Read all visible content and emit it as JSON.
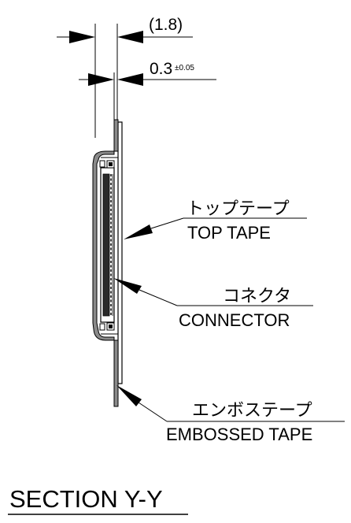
{
  "dimensions": {
    "overall": "(1.8)",
    "thickness": "0.3",
    "tolerance": "±0.05"
  },
  "labels": {
    "top_tape_jp": "トップテープ",
    "top_tape_en": "TOP TAPE",
    "connector_jp": "コネクタ",
    "connector_en": "CONNECTOR",
    "embossed_tape_jp": "エンボステープ",
    "embossed_tape_en": "EMBOSSED TAPE"
  },
  "section_title": "SECTION Y-Y"
}
